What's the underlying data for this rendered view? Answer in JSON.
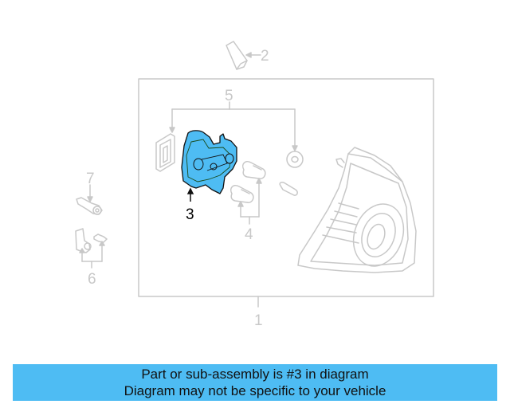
{
  "diagram": {
    "highlight_color": "#4ebcf3",
    "line_color": "#c8c8c8",
    "callouts": [
      {
        "number": "1",
        "part": "tail-lamp-assembly",
        "highlighted": false
      },
      {
        "number": "2",
        "part": "pin",
        "highlighted": false
      },
      {
        "number": "3",
        "part": "bulb-holder-plate",
        "highlighted": true
      },
      {
        "number": "4",
        "part": "bulbs",
        "highlighted": false
      },
      {
        "number": "5",
        "part": "gasket-and-grommet",
        "highlighted": false
      },
      {
        "number": "6",
        "part": "bracket-and-bolt",
        "highlighted": false
      },
      {
        "number": "7",
        "part": "socket",
        "highlighted": false
      }
    ]
  },
  "banner": {
    "background": "#4ebcf3",
    "line1": "Part or sub-assembly is #3 in diagram",
    "line2": "Diagram may not be specific to your vehicle"
  }
}
